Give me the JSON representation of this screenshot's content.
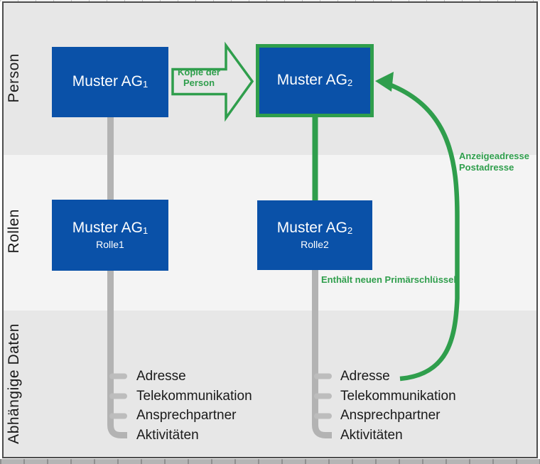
{
  "diagram": {
    "lanes": [
      {
        "label": "Person"
      },
      {
        "label": "Rollen"
      },
      {
        "label": "Abhängige Daten"
      }
    ],
    "boxes": {
      "person_left": {
        "title": "Muster AG",
        "sub": "1"
      },
      "person_right": {
        "title": "Muster AG",
        "sub": "2"
      },
      "role_left": {
        "title": "Muster AG",
        "sub": "1",
        "role": "Rolle1"
      },
      "role_right": {
        "title": "Muster AG",
        "sub": "2",
        "role": "Rolle2"
      }
    },
    "annotations": {
      "copy_arrow_line1": "Kopie der",
      "copy_arrow_line2": "Person",
      "address_line1": "Anzeigeadresse",
      "address_line2": "Postadresse",
      "primary_key": "Enthält neuen Primärschlüssel"
    },
    "dependent_items": [
      "Adresse",
      "Telekommunikation",
      "Ansprechpartner",
      "Aktivitäten"
    ],
    "colors": {
      "box_blue": "#0a51a8",
      "accent_green": "#2f9e4c",
      "connector_gray": "#b3b3b3",
      "lane_dark": "#e7e7e7",
      "lane_light": "#f4f4f4",
      "frame_border": "#4d4d4d"
    }
  }
}
